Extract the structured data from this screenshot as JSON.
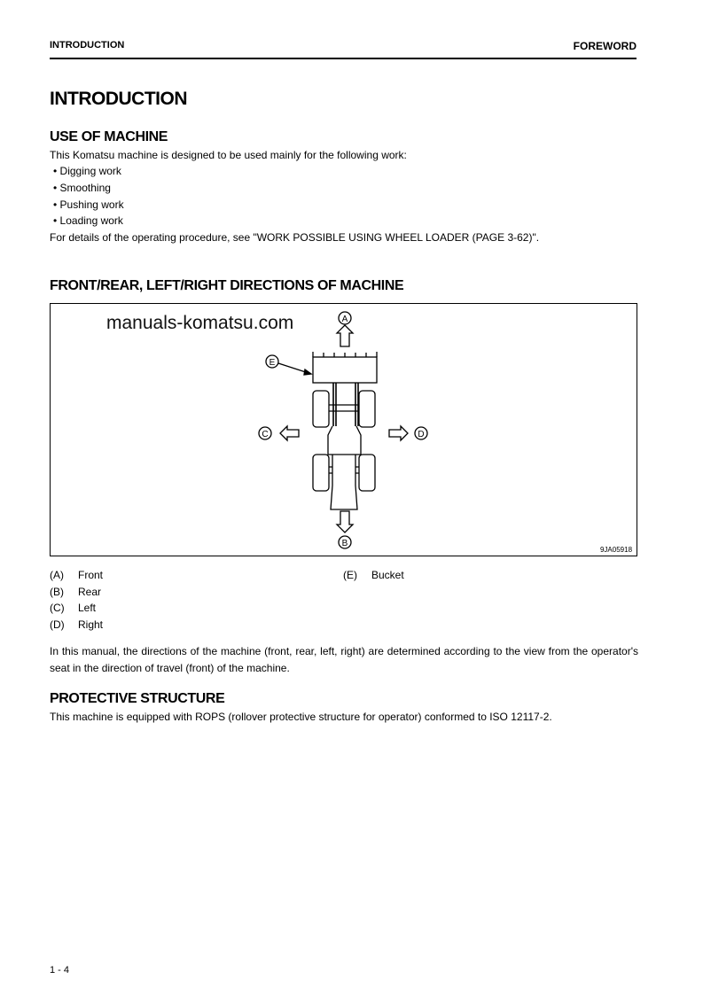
{
  "header": {
    "left": "INTRODUCTION",
    "right": "FOREWORD"
  },
  "title": "INTRODUCTION",
  "use": {
    "heading": "USE OF MACHINE",
    "intro": "This Komatsu machine is designed to be used mainly for the following work:",
    "items": [
      "Digging work",
      "Smoothing",
      "Pushing work",
      "Loading work"
    ],
    "note": "For details of the operating procedure, see \"WORK POSSIBLE USING WHEEL LOADER (PAGE 3-62)\"."
  },
  "directions": {
    "heading": "FRONT/REAR, LEFT/RIGHT DIRECTIONS OF MACHINE",
    "watermark": "manuals-komatsu.com",
    "figure_code": "9JA05918",
    "callouts": {
      "A": "A",
      "B": "B",
      "C": "C",
      "D": "D",
      "E": "E"
    },
    "legend": [
      {
        "key": "(A)",
        "label": "Front"
      },
      {
        "key": "(B)",
        "label": "Rear"
      },
      {
        "key": "(C)",
        "label": "Left"
      },
      {
        "key": "(D)",
        "label": "Right"
      },
      {
        "key": "(E)",
        "label": "Bucket"
      }
    ],
    "text": "In this manual, the directions of the machine (front, rear, left, right) are determined according to the view from the operator's seat in the direction of travel (front) of the machine."
  },
  "protective": {
    "heading": "PROTECTIVE STRUCTURE",
    "text": "This machine is equipped with ROPS (rollover protective structure for operator) conformed to ISO 12117-2."
  },
  "page_number": "1 - 4"
}
